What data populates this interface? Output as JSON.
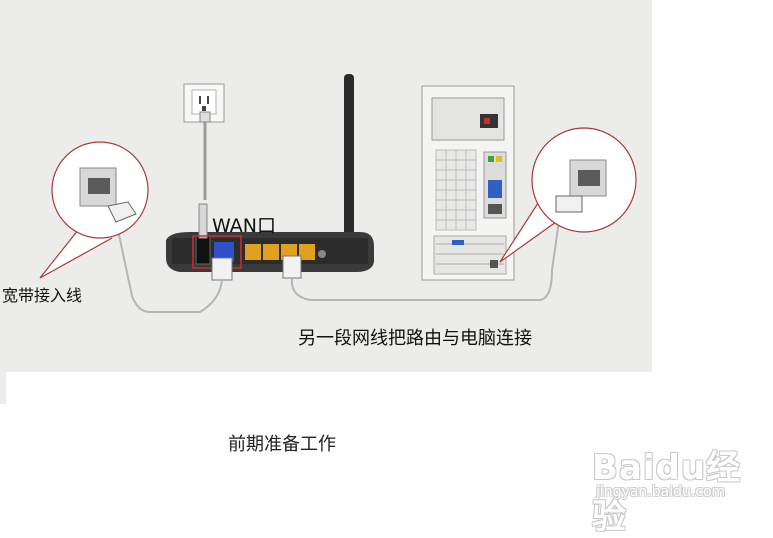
{
  "labels": {
    "wan": "WAN口",
    "broadband": "宽带接入线",
    "connect": "另一段网线把路由与电脑连接"
  },
  "caption": "前期准备工作",
  "watermark": {
    "brand": "Baidu经验",
    "url": "jingyan.baidu.com"
  },
  "colors": {
    "background": "#ececea",
    "callout_circle": "#a83a3a",
    "router_body": "#3a3a3a",
    "lan_ports": "#e0a020",
    "wan_port": "#3050c8",
    "pc_case": "#f4f4f2"
  }
}
